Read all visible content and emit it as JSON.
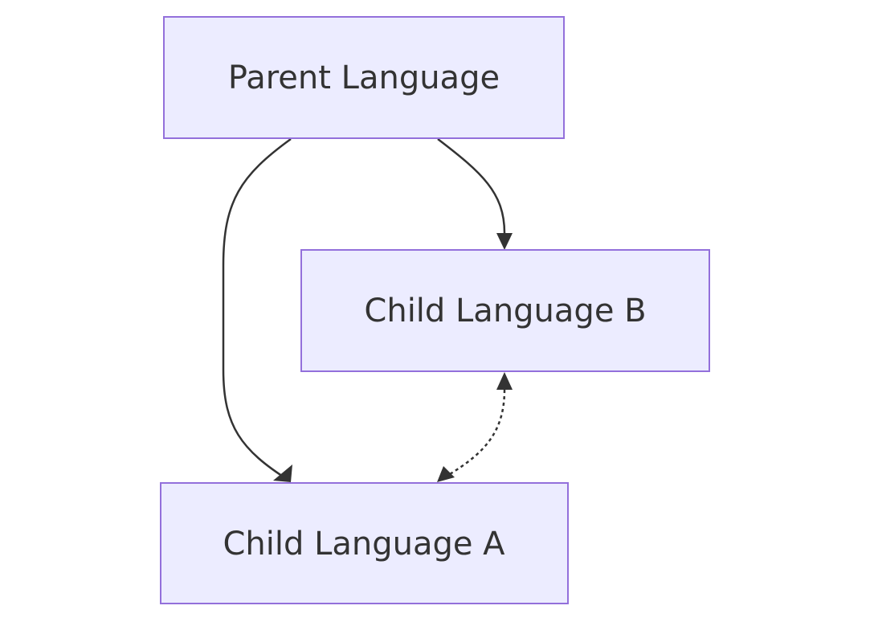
{
  "nodes": {
    "parent": {
      "label": "Parent Language"
    },
    "child_b": {
      "label": "Child Language B"
    },
    "child_a": {
      "label": "Child Language A"
    }
  },
  "edges": [
    {
      "from": "parent",
      "to": "child_a",
      "style": "solid",
      "arrows": "end"
    },
    {
      "from": "parent",
      "to": "child_b",
      "style": "solid",
      "arrows": "end"
    },
    {
      "from": "child_b",
      "to": "child_a",
      "style": "dotted",
      "arrows": "both"
    }
  ],
  "colors": {
    "node_fill": "#ECECFF",
    "node_stroke": "#9370DB",
    "edge": "#333333",
    "text": "#333333"
  }
}
